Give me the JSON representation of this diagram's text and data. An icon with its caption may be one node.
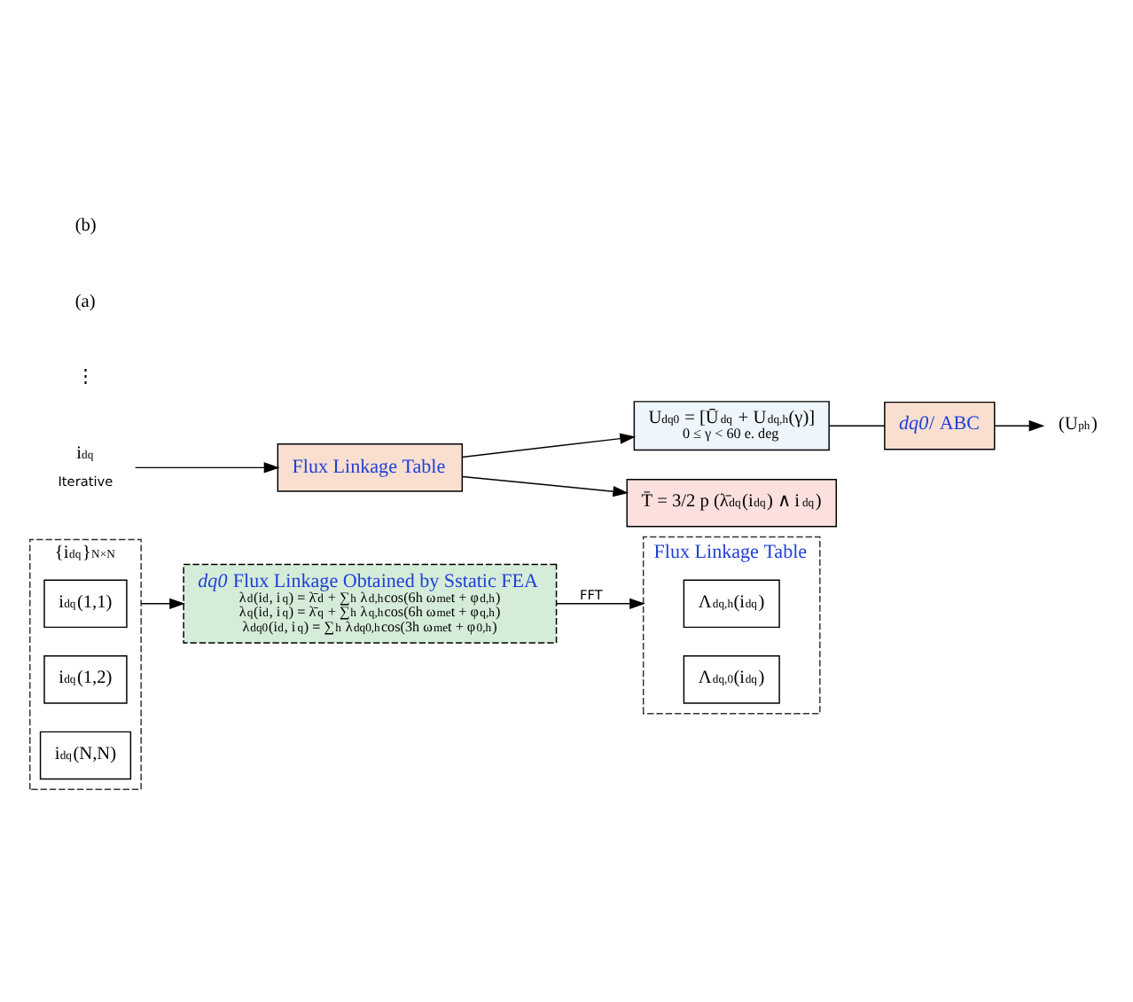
{
  "diagram": {
    "nodes": [
      {
        "text": [
          "{i$_{dq}$}$_{N×N}$"
        ]
      },
      {
        "text": [
          "i$_{dq}$(1,1)"
        ],
        "in": 0
      },
      {
        "text": [
          "i$_{dq}$(1,2)"
        ],
        "in": 0
      },
      {
        "text": [
          "i$_{dq}$(N,N)"
        ],
        "in": 0
      },
      {
        "text": [
          "*dq0* Flux Linkage Obtained by Sstatic FEA",
          "λ$_{d}$(i$_{d}$, i$_{q}$) = λ̄$_{d}$ + ∑$_{h}$ λ$_{d,h}$cos(6h ω$_{me}$t + φ$_{d,h}$)",
          "λ$_{q}$(i$_{d}$, i$_{q}$) = λ̄$_{q}$ + ∑$_{h}$ λ$_{q,h}$cos(6h ω$_{me}$t + φ$_{q,h}$)",
          "λ$_{dq0}$(i$_{d}$, i$_{q}$) = ∑$_{h}$ λ$_{dq0,h}$cos(3h ω$_{me}$t + φ$_{0,h}$)"
        ]
      },
      {
        "text": [
          "Flux Linkage Table"
        ]
      },
      {
        "text": [
          "Λ$_{dq,h}$(i$_{dq}$)"
        ],
        "in": 5
      },
      {
        "text": [
          "Λ$_{dq,0}$(i$_{dq}$)"
        ],
        "in": 5
      },
      {
        "text": [
          "Flux Linkage Table"
        ]
      },
      {
        "text": [
          "i$_{dq}$"
        ],
        "beside": [
          "Iterative"
        ]
      },
      {
        "text": [
          "U$_{dq0}$ = [Ū$_{dq}$ + U$_{dq,h}$(γ)]",
          "0 ≤ γ < 60 e. deg"
        ]
      },
      {
        "text": [
          "*dq0*/ ABC"
        ]
      },
      {
        "text": [
          "(U$_{ph}$)"
        ]
      },
      {
        "text": [
          "T̄ = 3/2 p (λ̄$_{dq}$(i$_{dq}$) ∧ i$_{dq}$)"
        ]
      }
    ],
    "edges": [
      {
        "from": 0,
        "to": 4,
        "arrow": "to"
      },
      {
        "from": 4,
        "to": 5,
        "arrow": "to",
        "label": "FFT"
      },
      {
        "from": 9,
        "to": 8,
        "arrow": "to"
      },
      {
        "from": 8,
        "to": 10,
        "arrow": "to"
      },
      {
        "from": 8,
        "to": 13,
        "arrow": "to"
      },
      {
        "from": 10,
        "to": 11,
        "arrow": "none"
      },
      {
        "from": 11,
        "to": 12,
        "arrow": "to"
      }
    ],
    "labels": [
      "⋮",
      "(a)",
      "(b)"
    ]
  }
}
